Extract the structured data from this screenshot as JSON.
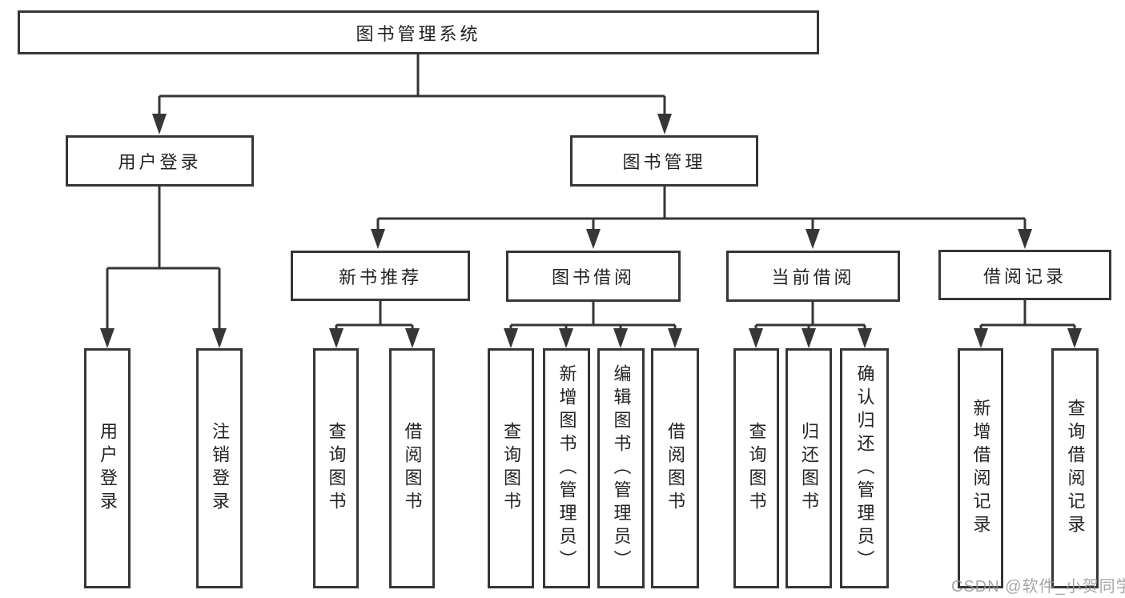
{
  "diagram": {
    "root": {
      "label": "图书管理系统"
    },
    "user_login": {
      "label": "用户登录",
      "children": [
        "用户登录",
        "注销登录"
      ]
    },
    "book_management": {
      "label": "图书管理"
    },
    "new_book_recommend": {
      "label": "新书推荐",
      "children": [
        "查询图书",
        "借阅图书"
      ]
    },
    "book_borrow": {
      "label": "图书借阅",
      "children": [
        "查询图书",
        "新增图书（管理员）",
        "编辑图书（管理员）",
        "借阅图书"
      ]
    },
    "current_borrow": {
      "label": "当前借阅",
      "children": [
        "查询图书",
        "归还图书",
        "确认归还（管理员）"
      ]
    },
    "borrow_records": {
      "label": "借阅记录",
      "children": [
        "新增借阅记录",
        "查询借阅记录"
      ]
    },
    "colors": {
      "line": "#363636",
      "box_border": "#363636",
      "text": "#232323",
      "background": "#ffffff",
      "watermark": "#969696"
    }
  },
  "watermark": {
    "text": "CSDN @软件_小贺同学"
  }
}
